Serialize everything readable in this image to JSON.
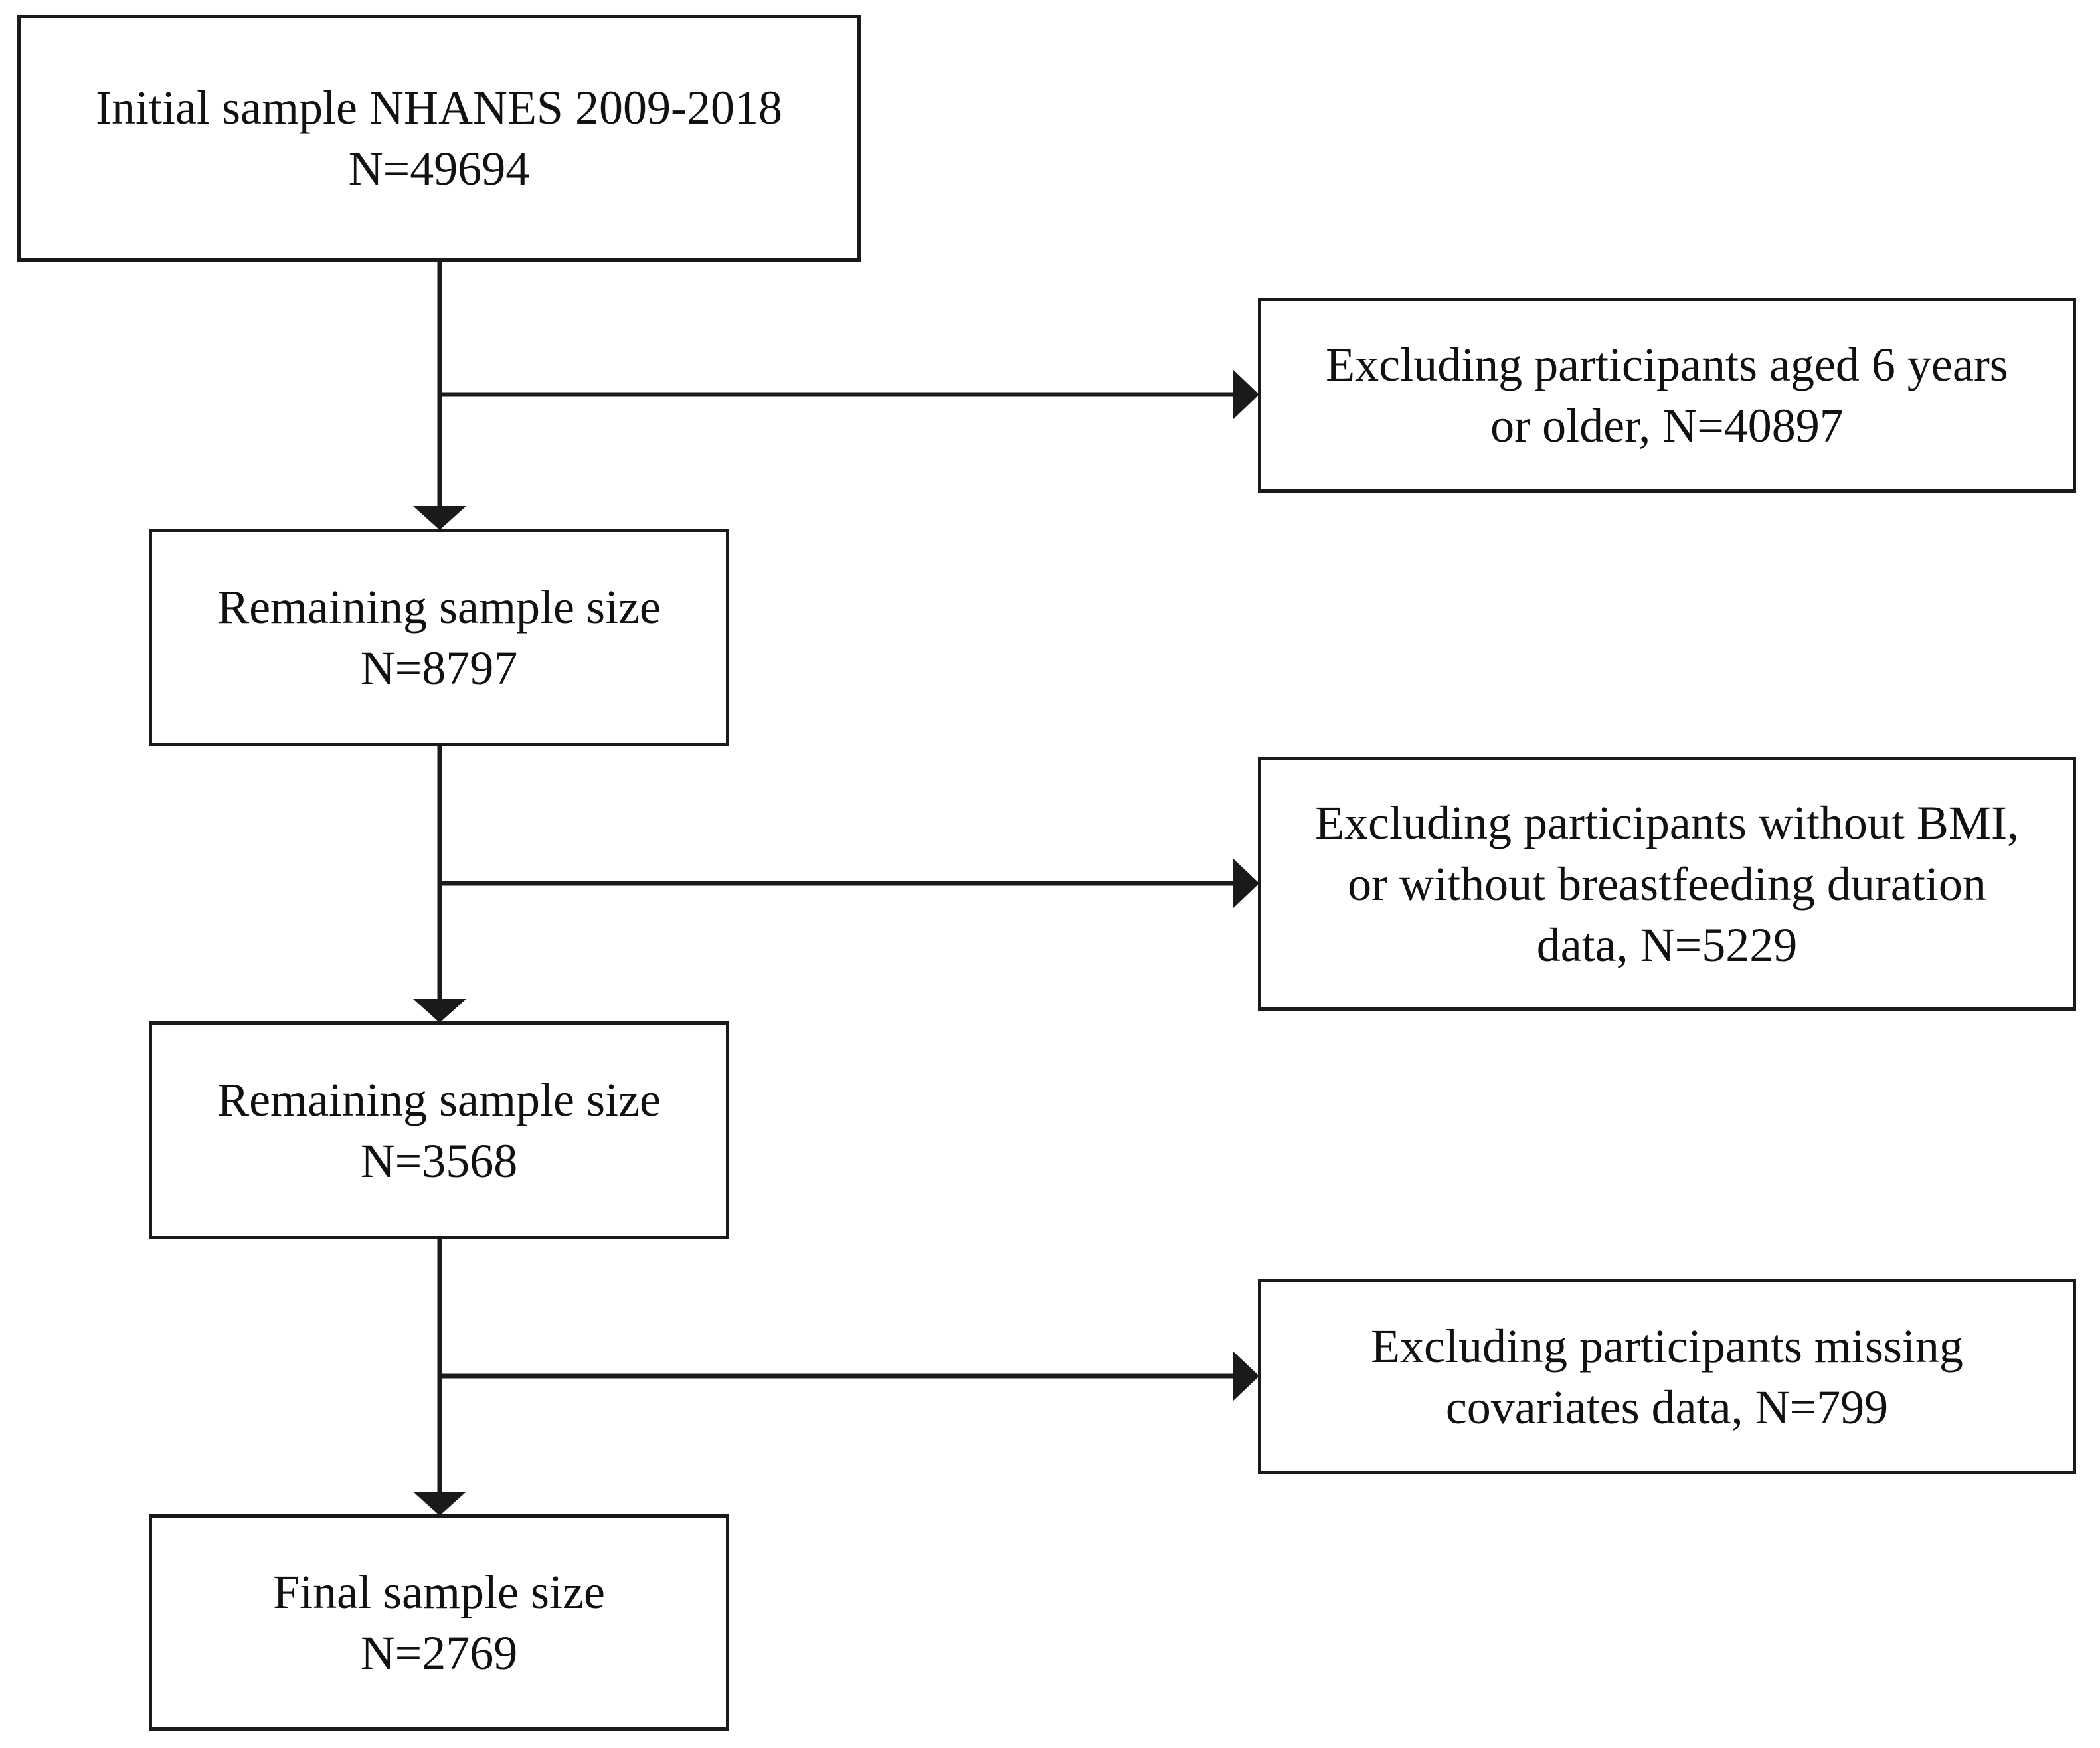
{
  "main_column": {
    "initial": {
      "line1": "Initial sample NHANES 2009-2018",
      "line2": "N=49694"
    },
    "remaining_1": {
      "line1": "Remaining sample size",
      "line2": "N=8797"
    },
    "remaining_2": {
      "line1": "Remaining sample size",
      "line2": "N=3568"
    },
    "final": {
      "line1": "Final sample size",
      "line2": "N=2769"
    }
  },
  "exclusions": {
    "excl_1": {
      "line1": "Excluding participants aged 6 years",
      "line2": "or older, N=40897"
    },
    "excl_2": {
      "line1": "Excluding participants without BMI,",
      "line2": "or without breastfeeding duration",
      "line3": "data, N=5229"
    },
    "excl_3": {
      "line1": "Excluding participants missing",
      "line2": "covariates data, N=799"
    }
  },
  "colors": {
    "line": "#1a1a1a",
    "background": "#ffffff"
  }
}
